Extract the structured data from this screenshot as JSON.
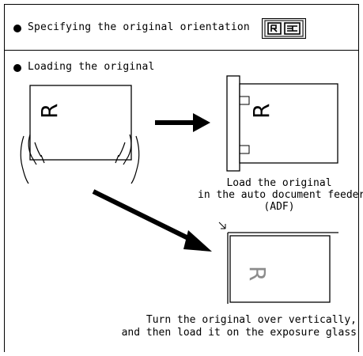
{
  "sections": {
    "orientation": {
      "title": "Specifying the original orientation",
      "icon": "orientation-key-icon"
    },
    "loading": {
      "title": "Loading the original"
    }
  },
  "illustrations": {
    "original_letter": "R",
    "adf": {
      "caption_lines": [
        "Load the original",
        "in the auto document feeder",
        "(ADF)"
      ]
    },
    "glass": {
      "caption_lines": [
        "Turn the original over vertically,",
        "and then load it on the exposure glass"
      ]
    }
  },
  "colors": {
    "line": "#000000",
    "glass_letter": "#8c8c8c",
    "icon_fill": "#e6e6e6"
  }
}
